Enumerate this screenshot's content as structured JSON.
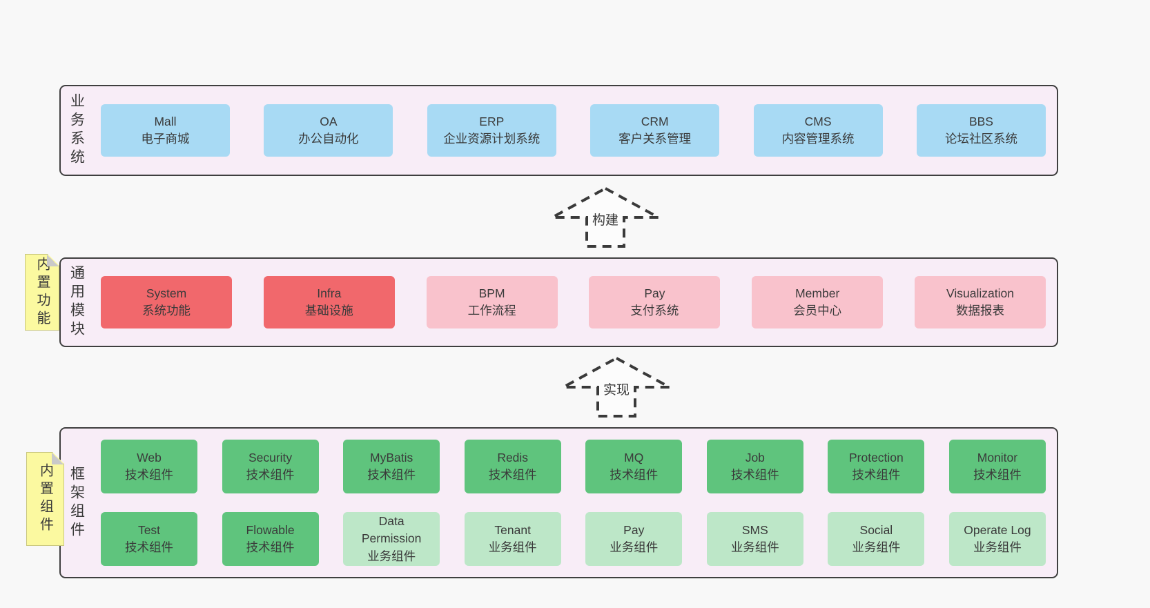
{
  "colors": {
    "page_bg": "#f8f8f8",
    "panel_bg": "#f8edf7",
    "panel_border": "#3f3f3f",
    "blue_box": "#a8daf4",
    "red_box": "#f1686c",
    "pink_box": "#f9c2cc",
    "green_box": "#5fc47d",
    "green_light_box": "#bde7c8",
    "sticky_yellow": "#fbf9a0",
    "fold_gray": "#c9c9c9",
    "text": "#3d3d3d"
  },
  "arrows": {
    "build": {
      "label": "构建"
    },
    "implement": {
      "label": "实现"
    }
  },
  "layers": {
    "business": {
      "label": "业务系统",
      "boxes": [
        {
          "name": "Mall",
          "desc": "电子商城"
        },
        {
          "name": "OA",
          "desc": "办公自动化"
        },
        {
          "name": "ERP",
          "desc": "企业资源计划系统"
        },
        {
          "name": "CRM",
          "desc": "客户关系管理"
        },
        {
          "name": "CMS",
          "desc": "内容管理系统"
        },
        {
          "name": "BBS",
          "desc": "论坛社区系统"
        }
      ]
    },
    "modules": {
      "label": "通用模块",
      "sticky": "内置功能",
      "boxes": [
        {
          "name": "System",
          "desc": "系统功能",
          "variant": "red"
        },
        {
          "name": "Infra",
          "desc": "基础设施",
          "variant": "red"
        },
        {
          "name": "BPM",
          "desc": "工作流程",
          "variant": "pink"
        },
        {
          "name": "Pay",
          "desc": "支付系统",
          "variant": "pink"
        },
        {
          "name": "Member",
          "desc": "会员中心",
          "variant": "pink"
        },
        {
          "name": "Visualization",
          "desc": "数据报表",
          "variant": "pink"
        }
      ]
    },
    "framework": {
      "label": "框架组件",
      "sticky": "内置组件",
      "row1": [
        {
          "name": "Web",
          "desc": "技术组件",
          "variant": "green"
        },
        {
          "name": "Security",
          "desc": "技术组件",
          "variant": "green"
        },
        {
          "name": "MyBatis",
          "desc": "技术组件",
          "variant": "green"
        },
        {
          "name": "Redis",
          "desc": "技术组件",
          "variant": "green"
        },
        {
          "name": "MQ",
          "desc": "技术组件",
          "variant": "green"
        },
        {
          "name": "Job",
          "desc": "技术组件",
          "variant": "green"
        },
        {
          "name": "Protection",
          "desc": "技术组件",
          "variant": "green"
        },
        {
          "name": "Monitor",
          "desc": "技术组件",
          "variant": "green"
        }
      ],
      "row2": [
        {
          "name": "Test",
          "desc": "技术组件",
          "variant": "green"
        },
        {
          "name": "Flowable",
          "desc": "技术组件",
          "variant": "green"
        },
        {
          "name": "Data Permission",
          "desc": "业务组件",
          "variant": "green-light"
        },
        {
          "name": "Tenant",
          "desc": "业务组件",
          "variant": "green-light"
        },
        {
          "name": "Pay",
          "desc": "业务组件",
          "variant": "green-light"
        },
        {
          "name": "SMS",
          "desc": "业务组件",
          "variant": "green-light"
        },
        {
          "name": "Social",
          "desc": "业务组件",
          "variant": "green-light"
        },
        {
          "name": "Operate Log",
          "desc": "业务组件",
          "variant": "green-light"
        }
      ]
    }
  }
}
